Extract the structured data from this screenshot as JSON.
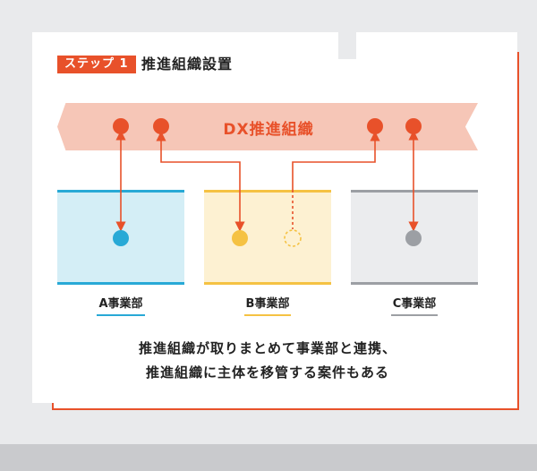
{
  "step": {
    "badge": "ステップ 1",
    "title": "推進組織設置"
  },
  "dx_org": {
    "label": "DX推進組織"
  },
  "departments": [
    {
      "label": "A事業部"
    },
    {
      "label": "B事業部"
    },
    {
      "label": "C事業部"
    }
  ],
  "caption": {
    "line1": "推進組織が取りまとめて事業部と連携、",
    "line2": "推進組織に主体を移管する案件もある"
  },
  "colors": {
    "accent_orange": "#e8512a",
    "dx_band": "#f6c6b7",
    "dept_a": "#28a9d6",
    "dept_b": "#f5c243",
    "dept_c": "#9c9fa4"
  }
}
